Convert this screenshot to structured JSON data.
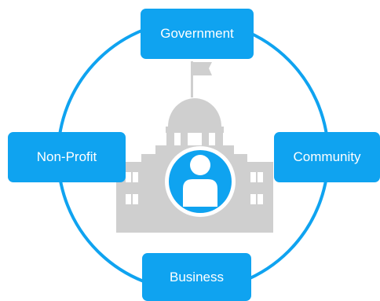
{
  "diagram": {
    "nodes": {
      "top": {
        "label": "Government"
      },
      "left": {
        "label": "Non-Profit"
      },
      "right": {
        "label": "Community"
      },
      "bottom": {
        "label": "Business"
      }
    },
    "center": {
      "icon": "person-icon",
      "background_icon": "government-building-icon"
    },
    "colors": {
      "accent": "#0fa3f0",
      "building": "#cfcfcf",
      "label_text": "#ffffff"
    }
  }
}
